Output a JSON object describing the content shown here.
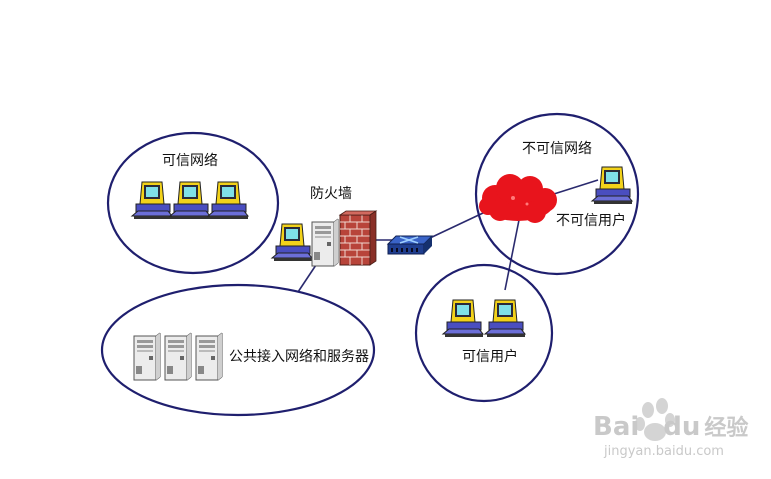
{
  "labels": {
    "trusted_network": "可信网络",
    "firewall": "防火墙",
    "untrusted_network": "不可信网络",
    "untrusted_user": "不可信用户",
    "trusted_user": "可信用户",
    "public_access": "公共接入网络和服务器"
  },
  "watermark": {
    "brand_prefix": "Bai",
    "brand_suffix": "du",
    "brand_cn": "经验",
    "url": "jingyan.baidu.com"
  },
  "colors": {
    "ellipse_stroke": "#1f1f6e",
    "cloud_fill": "#e8141c",
    "brick": "#b8443a",
    "monitor": "#f2d21a",
    "pc_base": "#4a4ec0",
    "router": "#1f3e8f",
    "server": "#e6e6e6"
  },
  "icons": [
    "computer-icon",
    "server-icon",
    "firewall-brick-icon",
    "router-icon",
    "cloud-icon",
    "paw-icon"
  ]
}
